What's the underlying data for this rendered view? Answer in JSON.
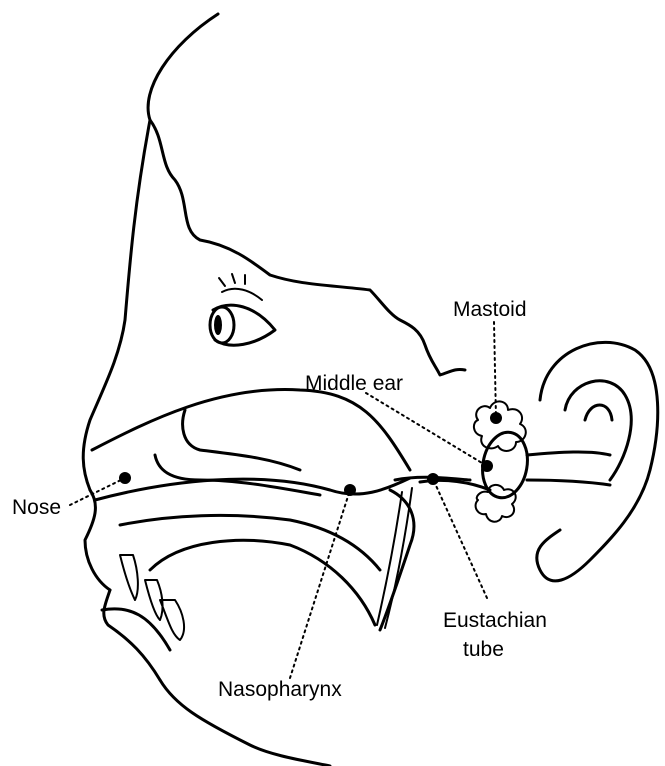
{
  "labels": {
    "mastoid": "Mastoid",
    "middle_ear": "Middle ear",
    "nose": "Nose",
    "eustachian_line1": "Eustachian",
    "eustachian_line2": "tube",
    "nasopharynx": "Nasopharynx"
  }
}
